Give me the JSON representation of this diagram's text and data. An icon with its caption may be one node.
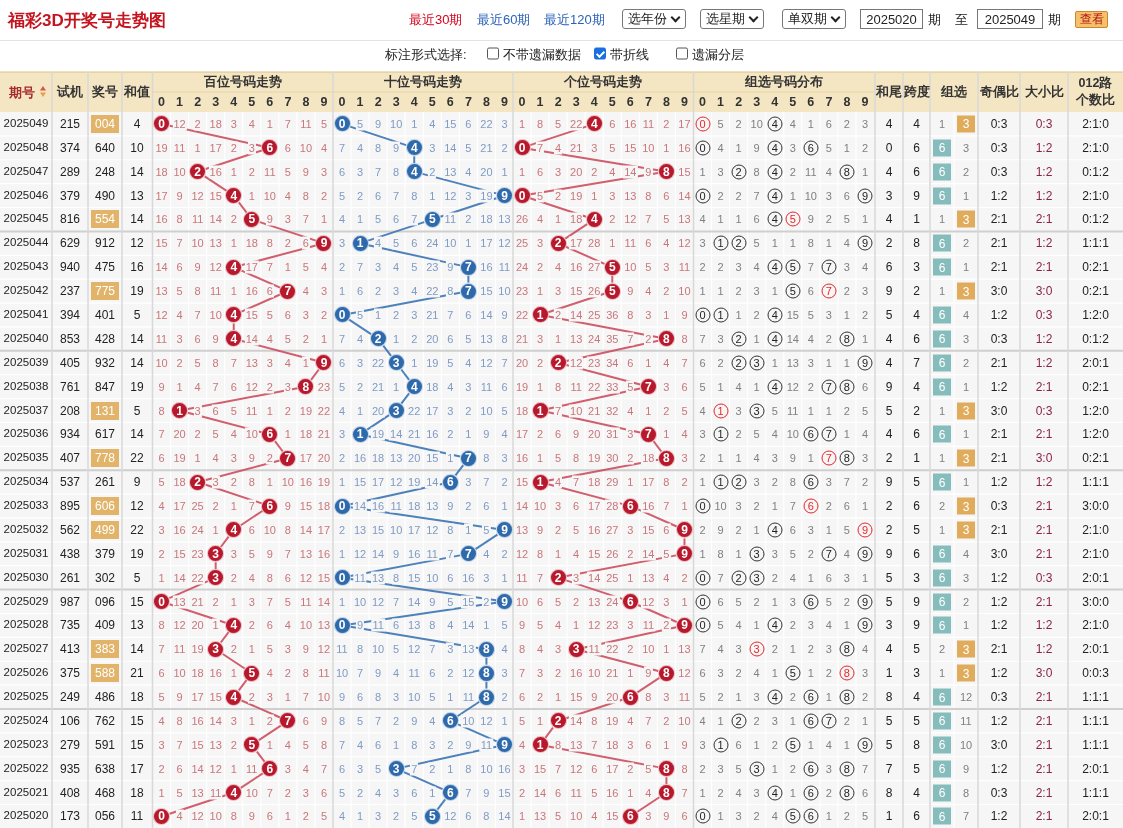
{
  "diagram": {
    "title": "福彩3D开奖号走势图",
    "nodes": [
      {
        "text": [
          "0"
        ]
      },
      {
        "text": [
          "0"
        ]
      },
      {
        "text": [
          "4"
        ]
      },
      {
        "text": [
          "6"
        ]
      },
      {
        "text": [
          "4"
        ]
      },
      {
        "text": [
          "0"
        ]
      },
      {
        "text": [
          "2"
        ]
      },
      {
        "text": [
          "4"
        ]
      },
      {
        "text": [
          "8"
        ]
      },
      {
        "text": [
          "4"
        ]
      },
      {
        "text": [
          "9"
        ]
      },
      {
        "text": [
          "0"
        ]
      },
      {
        "text": [
          "5"
        ]
      },
      {
        "text": [
          "5"
        ]
      },
      {
        "text": [
          "4"
        ]
      },
      {
        "text": [
          "9"
        ]
      },
      {
        "text": [
          "1"
        ]
      },
      {
        "text": [
          "2"
        ]
      },
      {
        "text": [
          "4"
        ]
      },
      {
        "text": [
          "7"
        ]
      },
      {
        "text": [
          "5"
        ]
      },
      {
        "text": [
          "7"
        ]
      },
      {
        "text": [
          "7"
        ]
      },
      {
        "text": [
          "5"
        ]
      },
      {
        "text": [
          "4"
        ]
      },
      {
        "text": [
          "0"
        ]
      },
      {
        "text": [
          "1"
        ]
      },
      {
        "text": [
          "4"
        ]
      },
      {
        "text": [
          "2"
        ]
      },
      {
        "text": [
          "8"
        ]
      },
      {
        "text": [
          "9"
        ]
      },
      {
        "text": [
          "3"
        ]
      },
      {
        "text": [
          "2"
        ]
      },
      {
        "text": [
          "8"
        ]
      },
      {
        "text": [
          "4"
        ]
      },
      {
        "text": [
          "7"
        ]
      },
      {
        "text": [
          "1"
        ]
      },
      {
        "text": [
          "3"
        ]
      },
      {
        "text": [
          "1"
        ]
      },
      {
        "text": [
          "6"
        ]
      },
      {
        "text": [
          "1"
        ]
      },
      {
        "text": [
          "7"
        ]
      },
      {
        "text": [
          "7"
        ]
      },
      {
        "text": [
          "7"
        ]
      },
      {
        "text": [
          "8"
        ]
      },
      {
        "text": [
          "2"
        ]
      },
      {
        "text": [
          "6"
        ]
      },
      {
        "text": [
          "1"
        ]
      },
      {
        "text": [
          "6"
        ]
      },
      {
        "text": [
          "0"
        ]
      },
      {
        "text": [
          "6"
        ]
      },
      {
        "text": [
          "4"
        ]
      },
      {
        "text": [
          "9"
        ]
      },
      {
        "text": [
          "9"
        ]
      },
      {
        "text": [
          "3"
        ]
      },
      {
        "text": [
          "7"
        ]
      },
      {
        "text": [
          "9"
        ]
      },
      {
        "text": [
          "3"
        ]
      },
      {
        "text": [
          "0"
        ]
      },
      {
        "text": [
          "2"
        ]
      },
      {
        "text": [
          "0"
        ]
      },
      {
        "text": [
          "9"
        ]
      },
      {
        "text": [
          "6"
        ]
      },
      {
        "text": [
          "4"
        ]
      },
      {
        "text": [
          "0"
        ]
      },
      {
        "text": [
          "9"
        ]
      },
      {
        "text": [
          "3"
        ]
      },
      {
        "text": [
          "8"
        ]
      },
      {
        "text": [
          "3"
        ]
      },
      {
        "text": [
          "5"
        ]
      },
      {
        "text": [
          "8"
        ]
      },
      {
        "text": [
          "8"
        ]
      },
      {
        "text": [
          "4"
        ]
      },
      {
        "text": [
          "8"
        ]
      },
      {
        "text": [
          "6"
        ]
      },
      {
        "text": [
          "7"
        ]
      },
      {
        "text": [
          "6"
        ]
      },
      {
        "text": [
          "2"
        ]
      },
      {
        "text": [
          "5"
        ]
      },
      {
        "text": [
          "9"
        ]
      },
      {
        "text": [
          "1"
        ]
      },
      {
        "text": [
          "6"
        ]
      },
      {
        "text": [
          "3"
        ]
      },
      {
        "text": [
          "8"
        ]
      },
      {
        "text": [
          "4"
        ]
      },
      {
        "text": [
          "6"
        ]
      },
      {
        "text": [
          "8"
        ]
      },
      {
        "text": [
          "0"
        ]
      },
      {
        "text": [
          "5"
        ]
      },
      {
        "text": [
          "6"
        ]
      }
    ],
    "edges": [
      {
        "from": 0,
        "to": 3,
        "arrow": "none"
      },
      {
        "from": 3,
        "to": 6,
        "arrow": "none"
      },
      {
        "from": 6,
        "to": 9,
        "arrow": "none"
      },
      {
        "from": 9,
        "to": 12,
        "arrow": "none"
      },
      {
        "from": 12,
        "to": 15,
        "arrow": "none"
      },
      {
        "from": 15,
        "to": 18,
        "arrow": "none"
      },
      {
        "from": 18,
        "to": 21,
        "arrow": "none"
      },
      {
        "from": 21,
        "to": 24,
        "arrow": "none"
      },
      {
        "from": 24,
        "to": 27,
        "arrow": "none"
      },
      {
        "from": 27,
        "to": 30,
        "arrow": "none"
      },
      {
        "from": 30,
        "to": 33,
        "arrow": "none"
      },
      {
        "from": 33,
        "to": 36,
        "arrow": "none"
      },
      {
        "from": 36,
        "to": 39,
        "arrow": "none"
      },
      {
        "from": 39,
        "to": 42,
        "arrow": "none"
      },
      {
        "from": 42,
        "to": 45,
        "arrow": "none"
      },
      {
        "from": 45,
        "to": 48,
        "arrow": "none"
      },
      {
        "from": 48,
        "to": 51,
        "arrow": "none"
      },
      {
        "from": 51,
        "to": 54,
        "arrow": "none"
      },
      {
        "from": 54,
        "to": 57,
        "arrow": "none"
      },
      {
        "from": 57,
        "to": 60,
        "arrow": "none"
      },
      {
        "from": 60,
        "to": 63,
        "arrow": "none"
      },
      {
        "from": 63,
        "to": 66,
        "arrow": "none"
      },
      {
        "from": 66,
        "to": 69,
        "arrow": "none"
      },
      {
        "from": 69,
        "to": 72,
        "arrow": "none"
      },
      {
        "from": 72,
        "to": 75,
        "arrow": "none"
      },
      {
        "from": 75,
        "to": 78,
        "arrow": "none"
      },
      {
        "from": 78,
        "to": 81,
        "arrow": "none"
      },
      {
        "from": 81,
        "to": 84,
        "arrow": "none"
      },
      {
        "from": 84,
        "to": 87,
        "arrow": "none"
      },
      {
        "from": 1,
        "to": 4,
        "arrow": "none",
        "color": "#3b74b4"
      },
      {
        "from": 4,
        "to": 7,
        "arrow": "none",
        "color": "#3b74b4"
      },
      {
        "from": 7,
        "to": 10,
        "arrow": "none",
        "color": "#3b74b4"
      },
      {
        "from": 10,
        "to": 13,
        "arrow": "none",
        "color": "#3b74b4"
      },
      {
        "from": 13,
        "to": 16,
        "arrow": "none",
        "color": "#3b74b4"
      },
      {
        "from": 16,
        "to": 19,
        "arrow": "none",
        "color": "#3b74b4"
      },
      {
        "from": 19,
        "to": 22,
        "arrow": "none",
        "color": "#3b74b4"
      },
      {
        "from": 22,
        "to": 25,
        "arrow": "none",
        "color": "#3b74b4"
      },
      {
        "from": 25,
        "to": 28,
        "arrow": "none",
        "color": "#3b74b4"
      },
      {
        "from": 28,
        "to": 31,
        "arrow": "none",
        "color": "#3b74b4"
      },
      {
        "from": 31,
        "to": 34,
        "arrow": "none",
        "color": "#3b74b4"
      },
      {
        "from": 34,
        "to": 37,
        "arrow": "none",
        "color": "#3b74b4"
      },
      {
        "from": 37,
        "to": 40,
        "arrow": "none",
        "color": "#3b74b4"
      },
      {
        "from": 40,
        "to": 43,
        "arrow": "none",
        "color": "#3b74b4"
      },
      {
        "from": 43,
        "to": 46,
        "arrow": "none",
        "color": "#3b74b4"
      },
      {
        "from": 46,
        "to": 49,
        "arrow": "none",
        "color": "#3b74b4"
      },
      {
        "from": 49,
        "to": 52,
        "arrow": "none",
        "color": "#3b74b4"
      },
      {
        "from": 52,
        "to": 55,
        "arrow": "none",
        "color": "#3b74b4"
      },
      {
        "from": 55,
        "to": 58,
        "arrow": "none",
        "color": "#3b74b4"
      },
      {
        "from": 58,
        "to": 61,
        "arrow": "none",
        "color": "#3b74b4"
      },
      {
        "from": 61,
        "to": 64,
        "arrow": "none",
        "color": "#3b74b4"
      },
      {
        "from": 64,
        "to": 67,
        "arrow": "none",
        "color": "#3b74b4"
      },
      {
        "from": 67,
        "to": 70,
        "arrow": "none",
        "color": "#3b74b4"
      },
      {
        "from": 70,
        "to": 73,
        "arrow": "none",
        "color": "#3b74b4"
      },
      {
        "from": 73,
        "to": 76,
        "arrow": "none",
        "color": "#3b74b4"
      },
      {
        "from": 76,
        "to": 79,
        "arrow": "none",
        "color": "#3b74b4"
      },
      {
        "from": 79,
        "to": 82,
        "arrow": "none",
        "color": "#3b74b4"
      },
      {
        "from": 82,
        "to": 85,
        "arrow": "none",
        "color": "#3b74b4"
      },
      {
        "from": 85,
        "to": 88,
        "arrow": "none",
        "color": "#3b74b4"
      },
      {
        "from": 2,
        "to": 5,
        "arrow": "none"
      },
      {
        "from": 5,
        "to": 8,
        "arrow": "none"
      },
      {
        "from": 8,
        "to": 11,
        "arrow": "none"
      },
      {
        "from": 11,
        "to": 14,
        "arrow": "none"
      },
      {
        "from": 14,
        "to": 17,
        "arrow": "none"
      },
      {
        "from": 17,
        "to": 20,
        "arrow": "none"
      },
      {
        "from": 20,
        "to": 23,
        "arrow": "none"
      },
      {
        "from": 23,
        "to": 26,
        "arrow": "none"
      },
      {
        "from": 26,
        "to": 29,
        "arrow": "none"
      },
      {
        "from": 29,
        "to": 32,
        "arrow": "none"
      },
      {
        "from": 32,
        "to": 35,
        "arrow": "none"
      },
      {
        "from": 35,
        "to": 38,
        "arrow": "none"
      },
      {
        "from": 38,
        "to": 41,
        "arrow": "none"
      },
      {
        "from": 41,
        "to": 44,
        "arrow": "none"
      },
      {
        "from": 44,
        "to": 47,
        "arrow": "none"
      },
      {
        "from": 47,
        "to": 50,
        "arrow": "none"
      },
      {
        "from": 50,
        "to": 53,
        "arrow": "none"
      },
      {
        "from": 53,
        "to": 56,
        "arrow": "none"
      },
      {
        "from": 56,
        "to": 59,
        "arrow": "none"
      },
      {
        "from": 59,
        "to": 62,
        "arrow": "none"
      },
      {
        "from": 62,
        "to": 65,
        "arrow": "none"
      },
      {
        "from": 65,
        "to": 68,
        "arrow": "none"
      },
      {
        "from": 68,
        "to": 71,
        "arrow": "none"
      },
      {
        "from": 71,
        "to": 74,
        "arrow": "none"
      },
      {
        "from": 74,
        "to": 77,
        "arrow": "none"
      },
      {
        "from": 77,
        "to": 80,
        "arrow": "none"
      },
      {
        "from": 80,
        "to": 83,
        "arrow": "none"
      },
      {
        "from": 83,
        "to": 86,
        "arrow": "none"
      },
      {
        "from": 86,
        "to": 89,
        "arrow": "none"
      }
    ],
    "labels": [
      "最近30期",
      "最近60期",
      "最近120期",
      "选年份",
      "选星期",
      "单双期",
      "2025020",
      "期",
      "至",
      "2025049",
      "期",
      "查看",
      "标注形式选择:",
      "不带遗漏数据",
      "带折线",
      "遗漏分层",
      "期号",
      "试机",
      "奖号",
      "和值",
      "百位号码走势",
      "十位号码走势",
      "个位号码走势",
      "组选号码分布",
      "和尾",
      "跨度",
      "组选",
      "奇偶比",
      "大小比",
      "012路个数比",
      "0",
      "1",
      "2",
      "3",
      "4",
      "5",
      "6",
      "7",
      "8",
      "9",
      "0",
      "1",
      "2",
      "3",
      "4",
      "5",
      "6",
      "7",
      "8",
      "9",
      "0",
      "1",
      "2",
      "3",
      "4",
      "5",
      "6",
      "7",
      "8",
      "9",
      "0",
      "1",
      "2",
      "3",
      "4",
      "5",
      "6",
      "7",
      "8",
      "9",
      "2025049",
      "215",
      "004",
      "4",
      "12",
      "2",
      "18",
      "3",
      "4",
      "1",
      "7",
      "11",
      "5",
      "5",
      "9",
      "10",
      "1",
      "4",
      "15",
      "6",
      "22",
      "3",
      "1",
      "8",
      "5",
      "22",
      "6",
      "16",
      "11",
      "2",
      "17",
      "0",
      "5",
      "2",
      "10",
      "4",
      "4",
      "1",
      "6",
      "2",
      "3",
      "4",
      "4",
      "1",
      "3",
      "0:3",
      "0:3",
      "2:1:0",
      "2025048",
      "374",
      "640",
      "10",
      "19",
      "11",
      "1",
      "17",
      "2",
      "3",
      "6",
      "10",
      "4",
      "7",
      "4",
      "8",
      "9",
      "3",
      "14",
      "5",
      "21",
      "2",
      "7",
      "4",
      "21",
      "3",
      "5",
      "15",
      "10",
      "1",
      "16",
      "0",
      "4",
      "1",
      "9",
      "4",
      "3",
      "6",
      "5",
      "1",
      "2",
      "0",
      "6",
      "6",
      "3",
      "0:3",
      "1:2",
      "2:1:0",
      "2025047",
      "289",
      "248",
      "14",
      "18",
      "10",
      "16",
      "1",
      "2",
      "11",
      "5",
      "9",
      "3",
      "6",
      "3",
      "7",
      "8",
      "2",
      "13",
      "4",
      "20",
      "1",
      "1",
      "6",
      "3",
      "20",
      "2",
      "4",
      "14",
      "9",
      "15",
      "1",
      "3",
      "2",
      "8",
      "4",
      "2",
      "11",
      "4",
      "8",
      "1",
      "4",
      "6",
      "6",
      "2",
      "0:3",
      "1:2",
      "0:1:2",
      "2025046",
      "379",
      "490",
      "13",
      "17",
      "9",
      "12",
      "15",
      "1",
      "10",
      "4",
      "8",
      "2",
      "5",
      "2",
      "6",
      "7",
      "8",
      "1",
      "12",
      "3",
      "19",
      "5",
      "2",
      "19",
      "1",
      "3",
      "13",
      "8",
      "6",
      "14",
      "0",
      "2",
      "2",
      "7",
      "4",
      "1",
      "10",
      "3",
      "6",
      "9",
      "3",
      "9",
      "6",
      "1",
      "1:2",
      "1:2",
      "2:1:0",
      "2025045",
      "816",
      "554",
      "14",
      "16",
      "8",
      "11",
      "14",
      "2",
      "9",
      "3",
      "7",
      "1",
      "4",
      "1",
      "5",
      "6",
      "7",
      "11",
      "2",
      "18",
      "13",
      "26",
      "4",
      "1",
      "18",
      "2",
      "12",
      "7",
      "5",
      "13",
      "4",
      "1",
      "1",
      "6",
      "4",
      "5",
      "9",
      "2",
      "5",
      "1",
      "4",
      "1",
      "1",
      "3",
      "2:1",
      "2:1",
      "0:1:2",
      "2025044",
      "629",
      "912",
      "12",
      "15",
      "7",
      "10",
      "13",
      "1",
      "18",
      "8",
      "2",
      "6",
      "3",
      "4",
      "5",
      "6",
      "24",
      "10",
      "1",
      "17",
      "12",
      "25",
      "3",
      "17",
      "28",
      "1",
      "11",
      "6",
      "4",
      "12",
      "3",
      "1",
      "2",
      "5",
      "1",
      "1",
      "8",
      "1",
      "4",
      "9",
      "2",
      "8",
      "6",
      "2",
      "2:1",
      "1:2",
      "1:1:1",
      "2025043",
      "940",
      "475",
      "16",
      "14",
      "6",
      "9",
      "12",
      "17",
      "7",
      "1",
      "5",
      "4",
      "2",
      "7",
      "3",
      "4",
      "5",
      "23",
      "9",
      "16",
      "11",
      "24",
      "2",
      "4",
      "16",
      "27",
      "10",
      "5",
      "3",
      "11",
      "2",
      "2",
      "3",
      "4",
      "4",
      "5",
      "7",
      "7",
      "3",
      "4",
      "6",
      "3",
      "6",
      "1",
      "2:1",
      "2:1",
      "0:2:1",
      "2025042",
      "237",
      "775",
      "19",
      "13",
      "5",
      "8",
      "11",
      "1",
      "16",
      "6",
      "4",
      "3",
      "1",
      "6",
      "2",
      "3",
      "4",
      "22",
      "8",
      "15",
      "10",
      "23",
      "1",
      "3",
      "15",
      "26",
      "9",
      "4",
      "2",
      "10",
      "1",
      "1",
      "2",
      "3",
      "1",
      "5",
      "6",
      "7",
      "2",
      "3",
      "9",
      "2",
      "1",
      "3",
      "3:0",
      "3:0",
      "0:2:1",
      "2025041",
      "394",
      "401",
      "5",
      "12",
      "4",
      "7",
      "10",
      "15",
      "5",
      "6",
      "3",
      "2",
      "5",
      "1",
      "2",
      "3",
      "21",
      "7",
      "6",
      "14",
      "9",
      "22",
      "2",
      "14",
      "25",
      "36",
      "8",
      "3",
      "1",
      "9",
      "0",
      "1",
      "1",
      "2",
      "4",
      "15",
      "5",
      "3",
      "1",
      "2",
      "5",
      "4",
      "6",
      "4",
      "1:2",
      "0:3",
      "1:2:0",
      "2025040",
      "853",
      "428",
      "14",
      "11",
      "3",
      "6",
      "9",
      "14",
      "4",
      "5",
      "2",
      "1",
      "7",
      "4",
      "1",
      "2",
      "20",
      "6",
      "5",
      "13",
      "8",
      "21",
      "3",
      "1",
      "13",
      "24",
      "35",
      "7",
      "2",
      "8",
      "7",
      "3",
      "2",
      "1",
      "4",
      "14",
      "4",
      "2",
      "8",
      "1",
      "4",
      "6",
      "6",
      "3",
      "0:3",
      "1:2",
      "0:1:2",
      "2025039",
      "405",
      "932",
      "14",
      "10",
      "2",
      "5",
      "8",
      "7",
      "13",
      "3",
      "4",
      "1",
      "6",
      "3",
      "22",
      "1",
      "19",
      "5",
      "4",
      "12",
      "7",
      "20",
      "2",
      "12",
      "23",
      "34",
      "6",
      "1",
      "4",
      "7",
      "6",
      "2",
      "2",
      "3",
      "1",
      "13",
      "3",
      "1",
      "1",
      "9",
      "4",
      "7",
      "6",
      "2",
      "2:1",
      "1:2",
      "2:0:1",
      "2025038",
      "761",
      "847",
      "19",
      "9",
      "1",
      "4",
      "7",
      "6",
      "12",
      "2",
      "3",
      "23",
      "5",
      "2",
      "21",
      "1",
      "18",
      "4",
      "3",
      "11",
      "6",
      "19",
      "1",
      "8",
      "11",
      "22",
      "33",
      "5",
      "3",
      "6",
      "5",
      "1",
      "4",
      "1",
      "4",
      "12",
      "2",
      "7",
      "8",
      "6",
      "9",
      "4",
      "6",
      "1",
      "1:2",
      "2:1",
      "0:2:1",
      "2025037",
      "208",
      "131",
      "5",
      "8",
      "3",
      "6",
      "5",
      "11",
      "1",
      "2",
      "19",
      "22",
      "4",
      "1",
      "20",
      "22",
      "17",
      "3",
      "2",
      "10",
      "5",
      "18",
      "7",
      "10",
      "21",
      "32",
      "4",
      "1",
      "2",
      "5",
      "4",
      "1",
      "3",
      "3",
      "5",
      "11",
      "1",
      "1",
      "2",
      "5",
      "5",
      "2",
      "1",
      "3",
      "3:0",
      "0:3",
      "1:2:0",
      "2025036",
      "934",
      "617",
      "14",
      "7",
      "20",
      "2",
      "5",
      "4",
      "10",
      "1",
      "18",
      "21",
      "3",
      "19",
      "14",
      "21",
      "16",
      "2",
      "1",
      "9",
      "4",
      "17",
      "2",
      "6",
      "9",
      "20",
      "31",
      "3",
      "1",
      "4",
      "3",
      "1",
      "2",
      "5",
      "4",
      "10",
      "6",
      "7",
      "1",
      "4",
      "4",
      "6",
      "6",
      "1",
      "2:1",
      "2:1",
      "1:2:0",
      "2025035",
      "407",
      "778",
      "22",
      "6",
      "19",
      "1",
      "4",
      "3",
      "9",
      "2",
      "17",
      "20",
      "2",
      "16",
      "18",
      "13",
      "20",
      "15",
      "1",
      "8",
      "3",
      "16",
      "1",
      "5",
      "8",
      "19",
      "30",
      "2",
      "18",
      "3",
      "2",
      "1",
      "1",
      "4",
      "3",
      "9",
      "1",
      "7",
      "8",
      "3",
      "2",
      "1",
      "1",
      "3",
      "2:1",
      "3:0",
      "0:2:1",
      "2025034",
      "537",
      "261",
      "9",
      "5",
      "18",
      "3",
      "2",
      "8",
      "1",
      "10",
      "16",
      "19",
      "1",
      "15",
      "17",
      "12",
      "19",
      "14",
      "3",
      "7",
      "2",
      "15",
      "4",
      "7",
      "18",
      "29",
      "1",
      "17",
      "8",
      "2",
      "1",
      "1",
      "2",
      "3",
      "2",
      "8",
      "6",
      "3",
      "7",
      "2",
      "9",
      "5",
      "6",
      "1",
      "1:2",
      "1:2",
      "1:1:1",
      "2025033",
      "895",
      "606",
      "12",
      "4",
      "17",
      "25",
      "2",
      "1",
      "7",
      "9",
      "15",
      "18",
      "14",
      "16",
      "11",
      "18",
      "13",
      "9",
      "2",
      "6",
      "1",
      "14",
      "10",
      "3",
      "6",
      "17",
      "28",
      "16",
      "7",
      "1",
      "0",
      "10",
      "3",
      "2",
      "1",
      "7",
      "6",
      "2",
      "6",
      "1",
      "2",
      "6",
      "2",
      "3",
      "0:3",
      "2:1",
      "3:0:0",
      "2025032",
      "562",
      "499",
      "22",
      "3",
      "16",
      "24",
      "1",
      "6",
      "10",
      "8",
      "14",
      "17",
      "2",
      "13",
      "15",
      "10",
      "17",
      "12",
      "8",
      "1",
      "5",
      "13",
      "9",
      "2",
      "5",
      "16",
      "27",
      "3",
      "15",
      "6",
      "2",
      "9",
      "2",
      "1",
      "4",
      "6",
      "3",
      "1",
      "5",
      "9",
      "2",
      "5",
      "1",
      "3",
      "2:1",
      "2:1",
      "2:1:0",
      "2025031",
      "438",
      "379",
      "19",
      "2",
      "15",
      "23",
      "3",
      "5",
      "9",
      "7",
      "13",
      "16",
      "1",
      "12",
      "14",
      "9",
      "16",
      "11",
      "7",
      "4",
      "2",
      "12",
      "8",
      "1",
      "4",
      "15",
      "26",
      "2",
      "14",
      "5",
      "1",
      "8",
      "1",
      "3",
      "3",
      "5",
      "2",
      "7",
      "4",
      "9",
      "9",
      "6",
      "6",
      "4",
      "3:0",
      "2:1",
      "2:1:0",
      "2025030",
      "261",
      "302",
      "5",
      "1",
      "14",
      "22",
      "2",
      "4",
      "8",
      "6",
      "12",
      "15",
      "11",
      "13",
      "8",
      "15",
      "10",
      "6",
      "16",
      "3",
      "1",
      "11",
      "7",
      "3",
      "14",
      "25",
      "1",
      "13",
      "4",
      "2",
      "0",
      "7",
      "2",
      "3",
      "2",
      "4",
      "1",
      "6",
      "3",
      "1",
      "5",
      "3",
      "6",
      "3",
      "1:2",
      "0:3",
      "2:0:1",
      "2025029",
      "987",
      "096",
      "15",
      "13",
      "21",
      "2",
      "1",
      "3",
      "7",
      "5",
      "11",
      "14",
      "1",
      "10",
      "12",
      "7",
      "14",
      "9",
      "5",
      "15",
      "2",
      "10",
      "6",
      "5",
      "2",
      "13",
      "24",
      "12",
      "3",
      "1",
      "0",
      "6",
      "5",
      "2",
      "1",
      "3",
      "6",
      "5",
      "2",
      "9",
      "5",
      "9",
      "6",
      "2",
      "1:2",
      "2:1",
      "3:0:0",
      "2025028",
      "735",
      "409",
      "13",
      "8",
      "12",
      "20",
      "1",
      "2",
      "6",
      "4",
      "10",
      "13",
      "9",
      "11",
      "6",
      "13",
      "8",
      "4",
      "14",
      "1",
      "5",
      "9",
      "5",
      "4",
      "1",
      "12",
      "23",
      "3",
      "11",
      "2",
      "0",
      "5",
      "4",
      "1",
      "4",
      "2",
      "3",
      "4",
      "1",
      "9",
      "3",
      "9",
      "6",
      "1",
      "1:2",
      "1:2",
      "2:1:0",
      "2025027",
      "413",
      "383",
      "14",
      "7",
      "11",
      "19",
      "2",
      "1",
      "5",
      "3",
      "9",
      "12",
      "11",
      "8",
      "10",
      "5",
      "12",
      "7",
      "3",
      "13",
      "4",
      "8",
      "4",
      "3",
      "11",
      "22",
      "2",
      "10",
      "1",
      "13",
      "7",
      "4",
      "3",
      "3",
      "2",
      "1",
      "2",
      "3",
      "8",
      "4",
      "4",
      "5",
      "2",
      "3",
      "2:1",
      "1:2",
      "2:0:1",
      "2025026",
      "375",
      "588",
      "21",
      "6",
      "10",
      "18",
      "16",
      "1",
      "4",
      "2",
      "8",
      "11",
      "10",
      "7",
      "9",
      "4",
      "11",
      "6",
      "2",
      "12",
      "3",
      "7",
      "3",
      "2",
      "16",
      "10",
      "21",
      "1",
      "9",
      "12",
      "6",
      "3",
      "2",
      "4",
      "1",
      "5",
      "1",
      "2",
      "8",
      "3",
      "1",
      "3",
      "1",
      "3",
      "1:2",
      "3:0",
      "0:0:3",
      "2025025",
      "249",
      "486",
      "18",
      "5",
      "9",
      "17",
      "15",
      "2",
      "3",
      "1",
      "7",
      "10",
      "9",
      "6",
      "8",
      "3",
      "10",
      "5",
      "1",
      "11",
      "2",
      "6",
      "2",
      "1",
      "15",
      "9",
      "20",
      "8",
      "3",
      "11",
      "5",
      "2",
      "1",
      "3",
      "4",
      "2",
      "6",
      "1",
      "8",
      "2",
      "8",
      "4",
      "6",
      "12",
      "0:3",
      "2:1",
      "1:1:1",
      "2025024",
      "106",
      "762",
      "15",
      "4",
      "8",
      "16",
      "14",
      "3",
      "1",
      "2",
      "6",
      "9",
      "8",
      "5",
      "7",
      "2",
      "9",
      "4",
      "10",
      "12",
      "1",
      "5",
      "1",
      "14",
      "8",
      "19",
      "4",
      "7",
      "2",
      "10",
      "4",
      "1",
      "2",
      "2",
      "3",
      "1",
      "6",
      "7",
      "2",
      "1",
      "5",
      "5",
      "6",
      "11",
      "1:2",
      "2:1",
      "1:1:1",
      "2025023",
      "279",
      "591",
      "15",
      "3",
      "7",
      "15",
      "13",
      "2",
      "1",
      "4",
      "5",
      "8",
      "7",
      "4",
      "6",
      "1",
      "8",
      "3",
      "2",
      "9",
      "11",
      "4",
      "8",
      "13",
      "7",
      "18",
      "3",
      "6",
      "1",
      "9",
      "3",
      "1",
      "6",
      "1",
      "2",
      "5",
      "1",
      "4",
      "1",
      "9",
      "5",
      "8",
      "6",
      "10",
      "3:0",
      "2:1",
      "1:1:1",
      "2025022",
      "935",
      "638",
      "17",
      "2",
      "6",
      "14",
      "12",
      "1",
      "11",
      "3",
      "4",
      "7",
      "6",
      "3",
      "5",
      "7",
      "2",
      "1",
      "8",
      "10",
      "16",
      "3",
      "15",
      "7",
      "12",
      "6",
      "17",
      "2",
      "5",
      "8",
      "2",
      "3",
      "5",
      "3",
      "1",
      "2",
      "6",
      "3",
      "8",
      "7",
      "7",
      "5",
      "6",
      "9",
      "1:2",
      "2:1",
      "2:0:1",
      "2025021",
      "408",
      "468",
      "18",
      "1",
      "5",
      "13",
      "11",
      "10",
      "7",
      "2",
      "3",
      "6",
      "5",
      "2",
      "4",
      "3",
      "6",
      "1",
      "7",
      "9",
      "15",
      "2",
      "14",
      "6",
      "11",
      "5",
      "16",
      "1",
      "4",
      "7",
      "1",
      "2",
      "4",
      "3",
      "4",
      "1",
      "6",
      "2",
      "8",
      "6",
      "8",
      "4",
      "6",
      "8",
      "0:3",
      "2:1",
      "1:1:1",
      "2025020",
      "173",
      "056",
      "11",
      "4",
      "12",
      "10",
      "8",
      "9",
      "6",
      "1",
      "2",
      "5",
      "4",
      "1",
      "3",
      "2",
      "5",
      "12",
      "6",
      "8",
      "14",
      "1",
      "13",
      "5",
      "10",
      "4",
      "15",
      "3",
      "9",
      "6",
      "0",
      "1",
      "3",
      "2",
      "4",
      "5",
      "6",
      "1",
      "2",
      "5",
      "1",
      "6",
      "6",
      "7",
      "1:2",
      "2:1",
      "2:0:1"
    ]
  }
}
